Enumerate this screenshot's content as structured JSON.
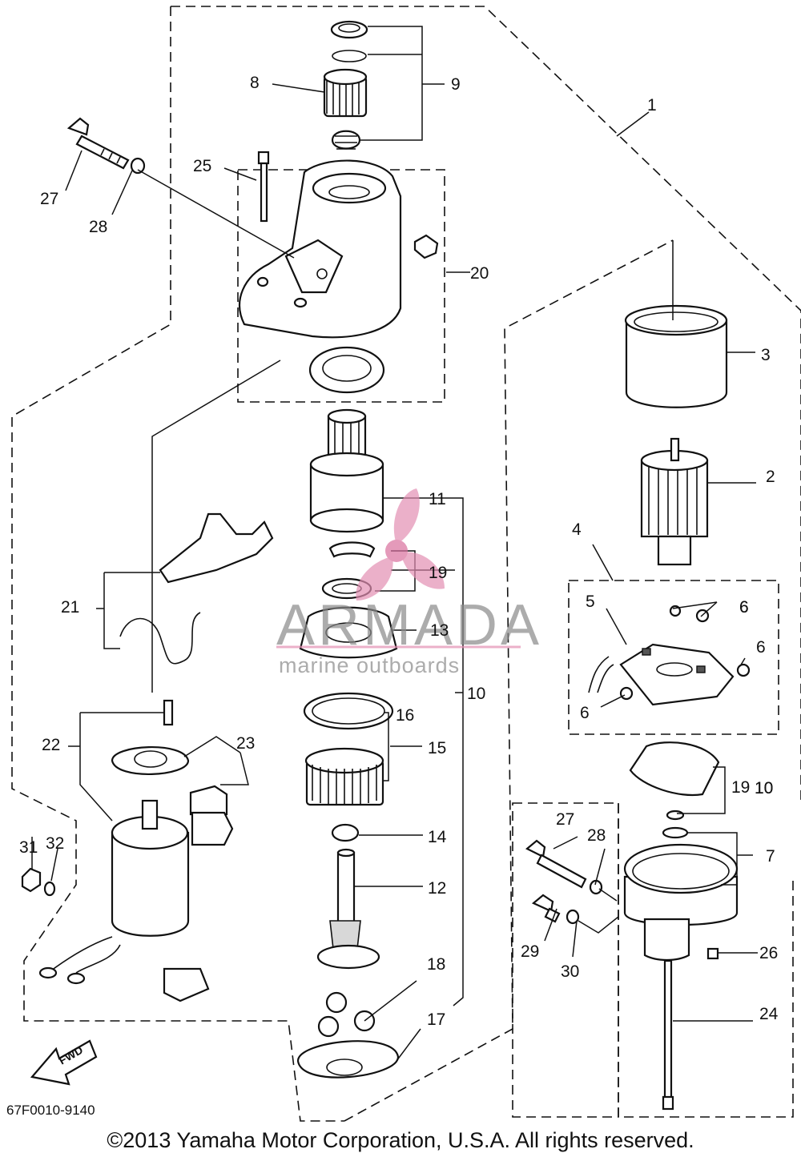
{
  "diagram": {
    "part_numbers": [
      "1",
      "2",
      "3",
      "4",
      "5",
      "6",
      "6",
      "6",
      "6",
      "7",
      "8",
      "9",
      "10",
      "10",
      "11",
      "12",
      "13",
      "14",
      "15",
      "16",
      "17",
      "18",
      "19",
      "19",
      "10",
      "20",
      "21",
      "22",
      "23",
      "24",
      "25",
      "26",
      "27",
      "27",
      "28",
      "28",
      "29",
      "30",
      "31",
      "32"
    ],
    "drawing_code": "67F0010-9140",
    "fwd_label": "FWD",
    "copyright": "©2013 Yamaha Motor Corporation, U.S.A. All rights reserved."
  },
  "watermark": {
    "brand": "ARMADA",
    "tagline": "marine outboards",
    "color": "#e38fb3"
  }
}
